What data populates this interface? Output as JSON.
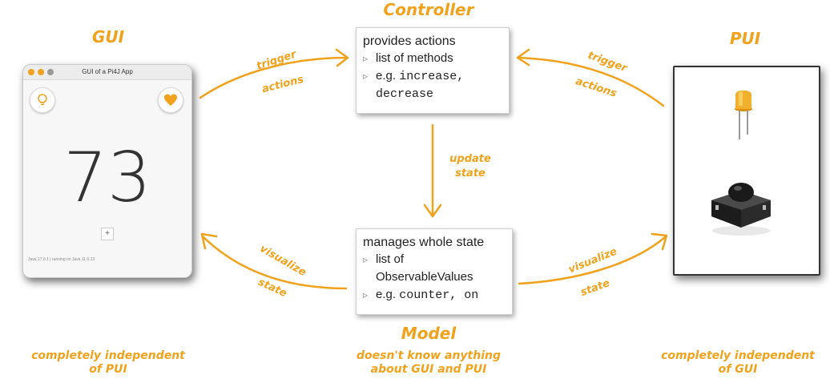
{
  "titles": {
    "gui": "GUI",
    "controller": "Controller",
    "pui": "PUI",
    "model": "Model"
  },
  "controller_box": {
    "heading": "provides actions",
    "item1": "list of methods",
    "item2_prefix": "e.g. ",
    "item2_code": "increase,",
    "item2_cont": "decrease"
  },
  "model_box": {
    "heading": "manages whole state",
    "item1": "list of",
    "item1_cont": "ObservableValues",
    "item2_prefix": "e.g. ",
    "item2_code": "counter, on"
  },
  "edge_labels": {
    "gui_trigger_1": "trigger",
    "gui_trigger_2": "actions",
    "pui_trigger_1": "trigger",
    "pui_trigger_2": "actions",
    "update_1": "update",
    "update_2": "state",
    "gui_visualize_1": "visualize",
    "gui_visualize_2": "state",
    "pui_visualize_1": "visualize",
    "pui_visualize_2": "state"
  },
  "notes": {
    "gui_1": "completely independent",
    "gui_2": "of PUI",
    "model_1": "doesn't know anything",
    "model_2": "about GUI and PUI",
    "pui_1": "completely independent",
    "pui_2": "of GUI"
  },
  "gui_window": {
    "title": "GUI of a Pi4J App",
    "counter_value": "73",
    "plus_label": "+",
    "footer": "Java 17.0.1 | running on Java 11.0.13",
    "icon_left": "lightbulb-icon",
    "icon_right": "heart-icon"
  },
  "colors": {
    "accent": "#f0a21c",
    "window_red": "#f0a21c",
    "led": "#f2b12c"
  }
}
